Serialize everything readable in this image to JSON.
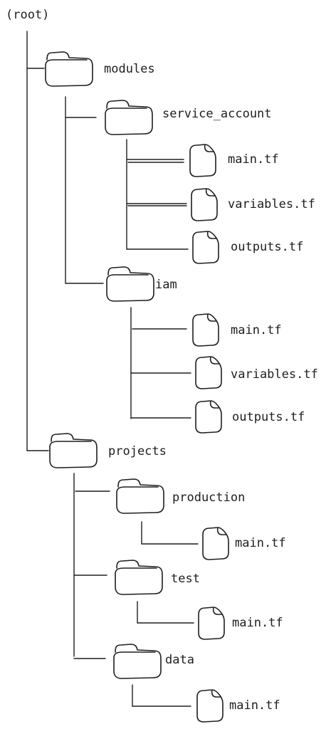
{
  "tree": {
    "root_label": "(root)",
    "nodes": [
      {
        "label": "modules",
        "icon": "folder-icon"
      },
      {
        "label": "service_account",
        "icon": "folder-icon"
      },
      {
        "label": "main.tf",
        "icon": "file-icon"
      },
      {
        "label": "variables.tf",
        "icon": "file-icon"
      },
      {
        "label": "outputs.tf",
        "icon": "file-icon"
      },
      {
        "label": "iam",
        "icon": "folder-icon"
      },
      {
        "label": "main.tf",
        "icon": "file-icon"
      },
      {
        "label": "variables.tf",
        "icon": "file-icon"
      },
      {
        "label": "outputs.tf",
        "icon": "file-icon"
      },
      {
        "label": "projects",
        "icon": "folder-icon"
      },
      {
        "label": "production",
        "icon": "folder-icon"
      },
      {
        "label": "main.tf",
        "icon": "file-icon"
      },
      {
        "label": "test",
        "icon": "folder-icon"
      },
      {
        "label": "main.tf",
        "icon": "file-icon"
      },
      {
        "label": "data",
        "icon": "folder-icon"
      },
      {
        "label": "main.tf",
        "icon": "file-icon"
      }
    ]
  }
}
